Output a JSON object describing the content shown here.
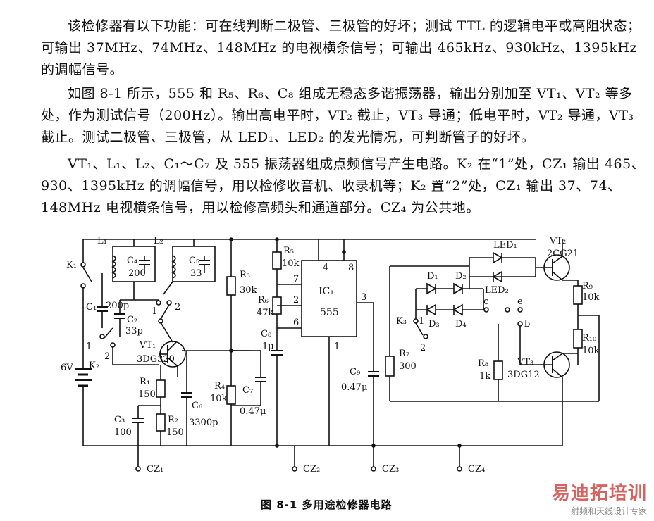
{
  "paragraphs": [
    "该检修器有以下功能：可在线判断二极管、三极管的好坏；测试 TTL 的逻辑电平或高阻状态；可输出 37MHz、74MHz、148MHz 的电视横条信号；可输出 465kHz、930kHz、1395kHz 的调幅信号。",
    "如图 8-1 所示，555 和 R₅、R₆、C₈ 组成无稳态多谐振荡器，输出分别加至 VT₁、VT₂ 等多处，作为测试信号（200Hz）。输出高电平时，VT₂ 截止，VT₃ 导通；低电平时，VT₂ 导通，VT₃ 截止。测试二极管、三极管，从 LED₁、LED₂ 的发光情况，可判断管子的好坏。",
    "VT₁、L₁、L₂、C₁～C₇ 及 555 振荡器组成点频信号产生电路。K₂ 在“1”处，CZ₁ 输出 465、930、1395kHz 的调幅信号，用以检修收音机、收录机等；K₂ 置“2”处，CZ₁ 输出 37、74、148MHz 电视横条信号，用以检修高频头和通道部分。CZ₄ 为公共地。"
  ],
  "labels": {
    "K1": "K₁",
    "L1": "L₁",
    "L2": "L₂",
    "C4": "C₄",
    "C4v": "200",
    "C5": "C₅",
    "C5v": "33",
    "C1": "C₁",
    "C1v": "200p",
    "C2": "C₂",
    "C2v": "33p",
    "n1a": "1",
    "n2a": "2",
    "n1b": "1",
    "n2b": "2",
    "K2": "K₂",
    "VT1": "VT₁",
    "VT1m": "3DG320",
    "V6": "6V",
    "R1": "R₁",
    "R1v": "150",
    "R2": "R₂",
    "R2v": "150",
    "C3": "C₃",
    "C3v": "100",
    "C6": "C₆",
    "C6v": "3300p",
    "R3": "R₃",
    "R3v": "30k",
    "R4": "R₄",
    "R4v": "10k",
    "C7": "C₇",
    "C7v": "0.47μ",
    "R5": "R₅",
    "R5v": "10k",
    "R6": "R₆",
    "R6v": "47k",
    "C8": "C₈",
    "C8v": "1μ",
    "IC1": "IC₁",
    "IC1m": "555",
    "p4": "4",
    "p8": "8",
    "p7": "7",
    "p2": "2",
    "p6": "6",
    "p3": "3",
    "p1": "1",
    "C9": "C₉",
    "C9v": "0.47μ",
    "K3": "K₃",
    "n1c": "1",
    "n2c": "2",
    "R7": "R₇",
    "R7v": "300",
    "D1": "D₁",
    "D2": "D₂",
    "D3": "D₃",
    "D4": "D₄",
    "LED1": "LED₁",
    "LED2": "LED₂",
    "c": "c",
    "e": "e",
    "b": "b",
    "R8": "R₈",
    "R8v": "1k",
    "VT2": "VT₂",
    "VT2m": "2CG21",
    "R9": "R₉",
    "R9v": "10k",
    "R10": "R₁₀",
    "R10v": "10k",
    "VT3": "VT₃",
    "VT3m": "3DG12",
    "CZ1": "CZ₁",
    "CZ2": "CZ₂",
    "CZ3": "CZ₃",
    "CZ4": "CZ₄"
  },
  "caption": "图 8-1    多用途检修器电路",
  "watermark": {
    "brand": "易迪拓培训",
    "sub": "射频和天线设计专家"
  }
}
